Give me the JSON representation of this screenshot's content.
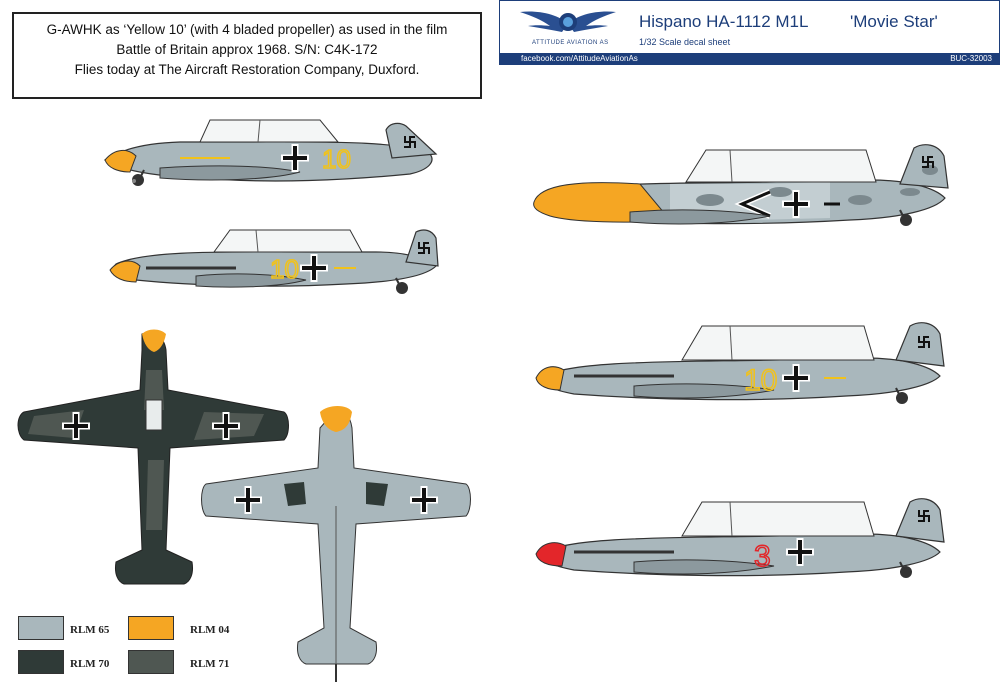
{
  "description": {
    "line1": "G-AWHK as ‘Yellow 10’ (with 4 bladed propeller) as used in the film",
    "line2": "Battle of Britain approx 1968. S/N: C4K-172",
    "line3": "Flies today at The Aircraft Restoration Company, Duxford."
  },
  "header": {
    "title": "Hispano HA-1112 M1L",
    "subtitle": "'Movie Star'",
    "scale": "1/32 Scale decal sheet",
    "brand": "ATTITUDE AVIATION AS",
    "facebook": "facebook.com/AttitudeAviationAs",
    "code": "BUC-32003",
    "logo_icon": "winged-emblem-icon"
  },
  "markings": {
    "yellow_10": "10",
    "red_3": "3"
  },
  "legend": [
    {
      "label": "RLM 65",
      "color": "#a9b7bc"
    },
    {
      "label": "RLM 04",
      "color": "#f5a623"
    },
    {
      "label": "RLM 70",
      "color": "#2f3a37"
    },
    {
      "label": "RLM 71",
      "color": "#4f5752"
    }
  ],
  "colors": {
    "rlm65": "#a9b7bc",
    "rlm04": "#f5a623",
    "rlm70": "#2f3a37",
    "rlm71": "#4f5752",
    "red_nose": "#e3262a",
    "brand_blue": "#1d3e7a"
  }
}
